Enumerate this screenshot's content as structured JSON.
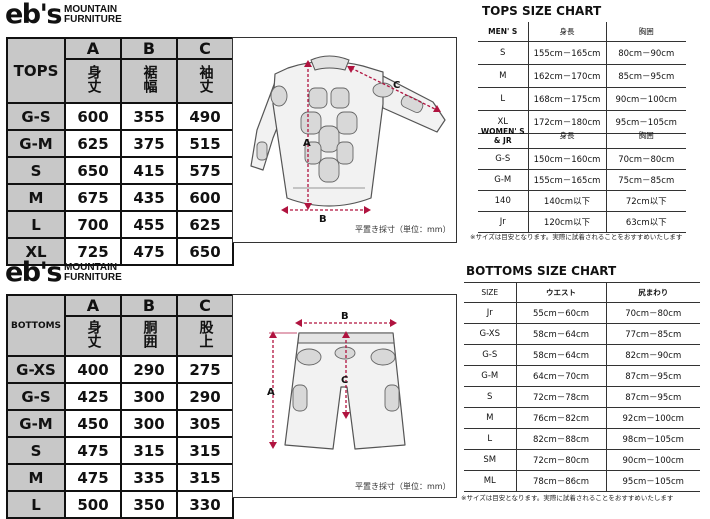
{
  "brand": {
    "mark": "eb's",
    "line1": "MOUNTAIN",
    "line2": "FURNITURE"
  },
  "tops_table": {
    "label": "TOPS",
    "columns": [
      {
        "letter": "A",
        "name": "身丈"
      },
      {
        "letter": "B",
        "name": "裾幅"
      },
      {
        "letter": "C",
        "name": "袖丈"
      }
    ],
    "rows": [
      {
        "size": "G-S",
        "a": "600",
        "b": "355",
        "c": "490"
      },
      {
        "size": "G-M",
        "a": "625",
        "b": "375",
        "c": "515"
      },
      {
        "size": "S",
        "a": "650",
        "b": "415",
        "c": "575"
      },
      {
        "size": "M",
        "a": "675",
        "b": "435",
        "c": "600"
      },
      {
        "size": "L",
        "a": "700",
        "b": "455",
        "c": "625"
      },
      {
        "size": "XL",
        "a": "725",
        "b": "475",
        "c": "650"
      }
    ],
    "note": "平置き採寸（単位：mm）",
    "fig_labels": {
      "a": "A",
      "b": "B",
      "c": "C"
    }
  },
  "bottoms_table": {
    "label": "BOTTOMS",
    "columns": [
      {
        "letter": "A",
        "name": "身丈"
      },
      {
        "letter": "B",
        "name": "胴囲"
      },
      {
        "letter": "C",
        "name": "股上"
      }
    ],
    "rows": [
      {
        "size": "G-XS",
        "a": "400",
        "b": "290",
        "c": "275"
      },
      {
        "size": "G-S",
        "a": "425",
        "b": "300",
        "c": "290"
      },
      {
        "size": "G-M",
        "a": "450",
        "b": "300",
        "c": "305"
      },
      {
        "size": "S",
        "a": "475",
        "b": "315",
        "c": "315"
      },
      {
        "size": "M",
        "a": "475",
        "b": "335",
        "c": "315"
      },
      {
        "size": "L",
        "a": "500",
        "b": "350",
        "c": "330"
      }
    ],
    "note": "平置き採寸（単位：mm）",
    "fig_labels": {
      "a": "A",
      "b": "B",
      "c": "C"
    }
  },
  "tops_chart": {
    "title": "TOPS SIZE CHART",
    "mens_header": {
      "label": "MEN' S",
      "h1": "身長",
      "h2": "胸囲"
    },
    "mens_rows": [
      {
        "size": "S",
        "height": "155cm－165cm",
        "chest": "80cm－90cm"
      },
      {
        "size": "M",
        "height": "162cm－170cm",
        "chest": "85cm－95cm"
      },
      {
        "size": "L",
        "height": "168cm－175cm",
        "chest": "90cm－100cm"
      },
      {
        "size": "XL",
        "height": "172cm－180cm",
        "chest": "95cm－105cm"
      }
    ],
    "womens_header": {
      "label1": "WOMEN' S",
      "label2": "& JR",
      "h1": "身長",
      "h2": "胸囲"
    },
    "womens_rows": [
      {
        "size": "G-S",
        "height": "150cm－160cm",
        "chest": "70cm－80cm"
      },
      {
        "size": "G-M",
        "height": "155cm－165cm",
        "chest": "75cm－85cm"
      },
      {
        "size": "140",
        "height": "140cm以下",
        "chest": "72cm以下"
      },
      {
        "size": "Jr",
        "height": "120cm以下",
        "chest": "63cm以下"
      }
    ],
    "footnote": "※サイズは目安となります。実際に試着されることをおすすめいたします"
  },
  "bottoms_chart": {
    "title": "BOTTOMS  SIZE CHART",
    "header": {
      "size": "SIZE",
      "h1": "ウエスト",
      "h2": "尻まわり"
    },
    "rows": [
      {
        "size": "Jr",
        "waist": "55cm－60cm",
        "hip": "70cm－80cm"
      },
      {
        "size": "G-XS",
        "waist": "58cm－64cm",
        "hip": "77cm－85cm"
      },
      {
        "size": "G-S",
        "waist": "58cm－64cm",
        "hip": "82cm－90cm"
      },
      {
        "size": "G-M",
        "waist": "64cm－70cm",
        "hip": "87cm－95cm"
      },
      {
        "size": "S",
        "waist": "72cm－78cm",
        "hip": "87cm－95cm"
      },
      {
        "size": "M",
        "waist": "76cm－82cm",
        "hip": "92cm－100cm"
      },
      {
        "size": "L",
        "waist": "82cm－88cm",
        "hip": "98cm－105cm"
      },
      {
        "size": "SM",
        "waist": "72cm－80cm",
        "hip": "90cm－100cm"
      },
      {
        "size": "ML",
        "waist": "78cm－86cm",
        "hip": "95cm－105cm"
      }
    ],
    "footnote": "※サイズは目安となります。実際に試着されることをおすすめいたします"
  }
}
